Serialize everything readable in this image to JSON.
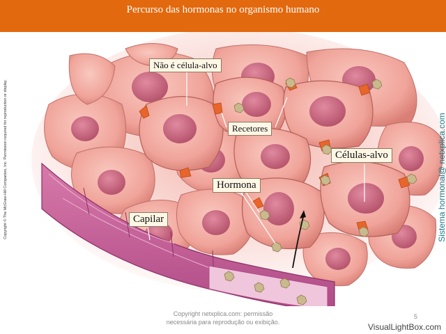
{
  "header": {
    "title": "Percurso das hormonas no organismo humano",
    "bg": "#e2690e"
  },
  "labels": {
    "non_target": "Não é célula-alvo",
    "receptors": "Recetores",
    "target_cells": "Células-alvo",
    "hormone": "Hormona",
    "capillary": "Capilar"
  },
  "side_copyright": "Copyright © The McGraw-Hill Companies, Inc. Permission required for reproduction or display.",
  "side_watermark": "Sistema hormonal@ netxplica.com",
  "footer": {
    "line1": "Copyright netxplica.com: permissão",
    "line2": "necessária para reprodução ou exibição."
  },
  "page_number": "5",
  "visuallightbox": "VisualLightBox.com",
  "colors": {
    "cell": "#f0a49a",
    "nucleus": "#c7657d",
    "receptor": "#e8652b",
    "hormone": "#c9b98d",
    "capillary": "#c0548f"
  }
}
